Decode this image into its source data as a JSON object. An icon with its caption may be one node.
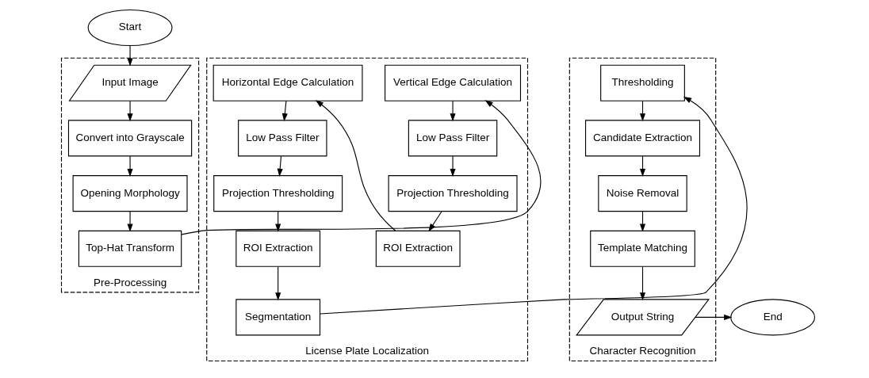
{
  "diagram": {
    "nodes": [
      {
        "text": [
          "Start"
        ]
      },
      {
        "text": [
          "Pre-Processing"
        ]
      },
      {
        "text": [
          "Input Image"
        ],
        "in": 1
      },
      {
        "text": [
          "Convert into Grayscale"
        ],
        "in": 1
      },
      {
        "text": [
          "Opening Morphology"
        ],
        "in": 1
      },
      {
        "text": [
          "Top-Hat Transform"
        ],
        "in": 1
      },
      {
        "text": [
          "License Plate Localization"
        ]
      },
      {
        "text": [
          "Vertical Edge Calculation"
        ],
        "in": 6
      },
      {
        "text": [
          "Low Pass Filter"
        ],
        "in": 6
      },
      {
        "text": [
          "Projection Thresholding"
        ],
        "in": 6
      },
      {
        "text": [
          "ROI Extraction"
        ],
        "in": 6
      },
      {
        "text": [
          "Horizontal Edge Calculation"
        ],
        "in": 6
      },
      {
        "text": [
          "Low Pass Filter"
        ],
        "in": 6
      },
      {
        "text": [
          "Projection Thresholding"
        ],
        "in": 6
      },
      {
        "text": [
          "ROI Extraction"
        ],
        "in": 6
      },
      {
        "text": [
          "Segmentation"
        ],
        "in": 6
      },
      {
        "text": [
          "Character Recognition"
        ]
      },
      {
        "text": [
          "Thresholding"
        ],
        "in": 16
      },
      {
        "text": [
          "Candidate Extraction"
        ],
        "in": 16
      },
      {
        "text": [
          "Noise Removal"
        ],
        "in": 16
      },
      {
        "text": [
          "Template Matching"
        ],
        "in": 16
      },
      {
        "text": [
          "Output String"
        ],
        "in": 16
      },
      {
        "text": [
          "End"
        ]
      }
    ],
    "edges": [
      {
        "from": 0,
        "to": 2,
        "arrow": "to"
      },
      {
        "from": 2,
        "to": 3,
        "arrow": "to"
      },
      {
        "from": 3,
        "to": 4,
        "arrow": "to"
      },
      {
        "from": 4,
        "to": 5,
        "arrow": "to"
      },
      {
        "from": 5,
        "to": 7,
        "arrow": "to"
      },
      {
        "from": 7,
        "to": 8,
        "arrow": "to"
      },
      {
        "from": 8,
        "to": 9,
        "arrow": "to"
      },
      {
        "from": 9,
        "to": 10,
        "arrow": "to"
      },
      {
        "from": 10,
        "to": 11,
        "arrow": "to"
      },
      {
        "from": 11,
        "to": 12,
        "arrow": "to"
      },
      {
        "from": 12,
        "to": 13,
        "arrow": "to"
      },
      {
        "from": 13,
        "to": 14,
        "arrow": "to"
      },
      {
        "from": 14,
        "to": 15,
        "arrow": "to"
      },
      {
        "from": 15,
        "to": 17,
        "arrow": "to"
      },
      {
        "from": 17,
        "to": 18,
        "arrow": "to"
      },
      {
        "from": 18,
        "to": 19,
        "arrow": "to"
      },
      {
        "from": 19,
        "to": 20,
        "arrow": "to"
      },
      {
        "from": 20,
        "to": 21,
        "arrow": "to"
      },
      {
        "from": 21,
        "to": 22,
        "arrow": "to"
      }
    ]
  }
}
